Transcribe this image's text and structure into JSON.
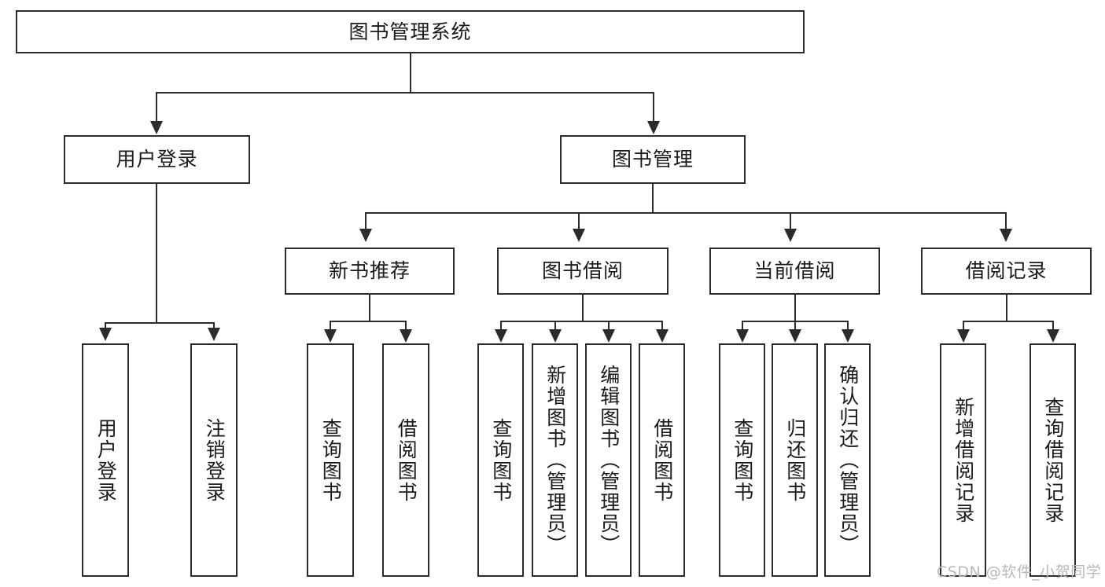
{
  "diagram": {
    "type": "hierarchy-tree",
    "title": "图书管理系统",
    "root": {
      "label": "图书管理系统"
    },
    "level1": [
      {
        "label": "用户登录"
      },
      {
        "label": "图书管理"
      }
    ],
    "level2": [
      {
        "label": "新书推荐"
      },
      {
        "label": "图书借阅"
      },
      {
        "label": "当前借阅"
      },
      {
        "label": "借阅记录"
      }
    ],
    "leaves": {
      "user_login": [
        {
          "label": "用户登录"
        },
        {
          "label": "注销登录"
        }
      ],
      "new_book_rec": [
        {
          "label": "查询图书"
        },
        {
          "label": "借阅图书"
        }
      ],
      "book_borrow": [
        {
          "label": "查询图书"
        },
        {
          "label": "新增图书（管理员）"
        },
        {
          "label": "编辑图书（管理员）"
        },
        {
          "label": "借阅图书"
        }
      ],
      "current_borrow": [
        {
          "label": "查询图书"
        },
        {
          "label": "归还图书"
        },
        {
          "label": "确认归还（管理员）"
        }
      ],
      "borrow_record": [
        {
          "label": "新增借阅记录"
        },
        {
          "label": "查询借阅记录"
        }
      ]
    }
  },
  "watermark": {
    "text": "CSDN @软件_小贺同学"
  },
  "colors": {
    "stroke": "#2b2b2b",
    "background": "#ffffff",
    "text": "#1a1a1a",
    "watermark": "#b9b9b9"
  }
}
